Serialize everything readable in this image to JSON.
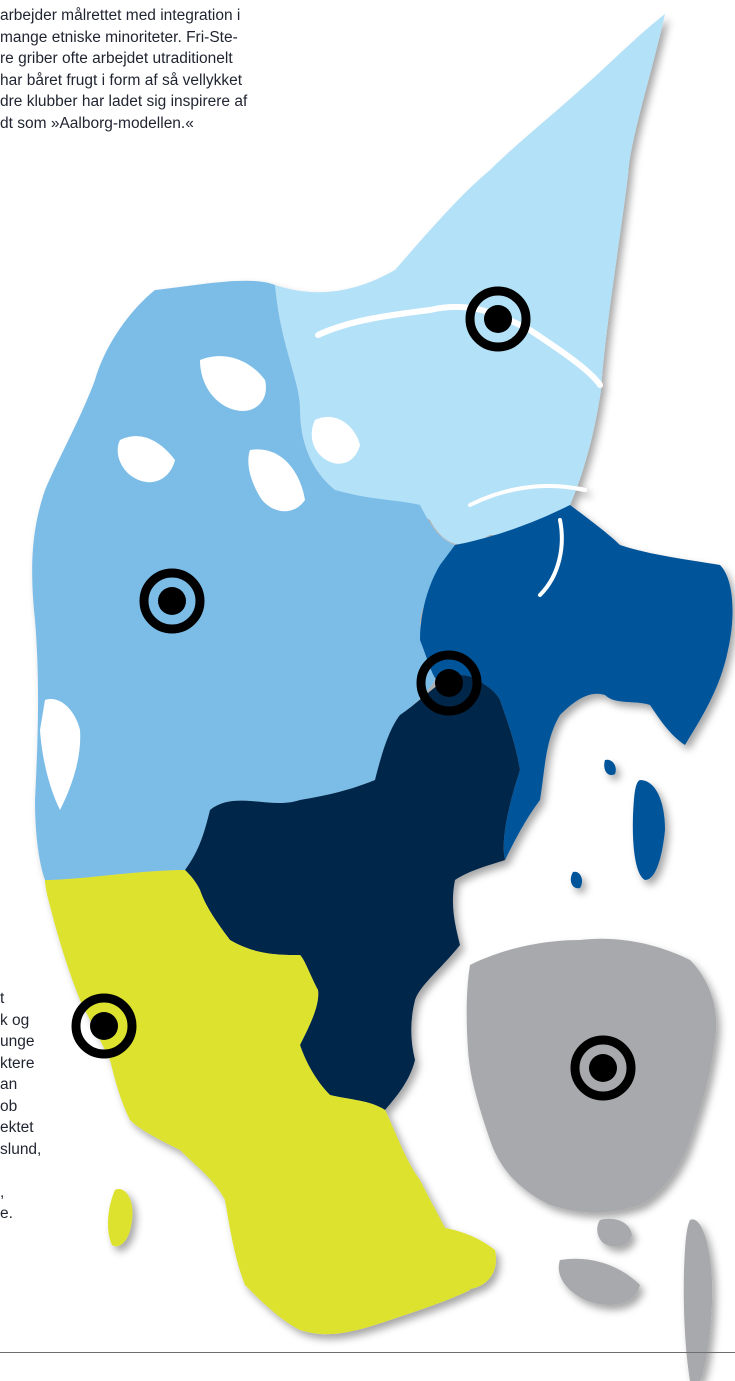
{
  "top_text_lines": [
    "arbejder målrettet med integration i",
    "mange etniske minoriteter. Fri-Ste-",
    "re griber ofte arbejdet utraditionelt",
    "har båret frugt i form af så vellykket",
    "dre klubber har ladet sig inspirere af",
    "dt som »Aalborg-modellen.«"
  ],
  "bottom_text_lines": [
    "t",
    "k og",
    "unge",
    "ktere",
    "an",
    "ob",
    "ektet",
    "slund,",
    "",
    ",",
    "e."
  ],
  "colors": {
    "north": "#b3e1f7",
    "west": "#7cbde8",
    "east": "#02549a",
    "central": "#02254a",
    "south": "#dde22e",
    "island": "#a8a9ad",
    "marker": "#000000",
    "water": "#ffffff"
  },
  "markers": {
    "north": {
      "icon": "target-marker-icon"
    },
    "west": {
      "icon": "target-marker-icon"
    },
    "east": {
      "icon": "target-marker-icon"
    },
    "south": {
      "icon": "target-marker-icon"
    },
    "island": {
      "icon": "target-marker-icon"
    }
  }
}
